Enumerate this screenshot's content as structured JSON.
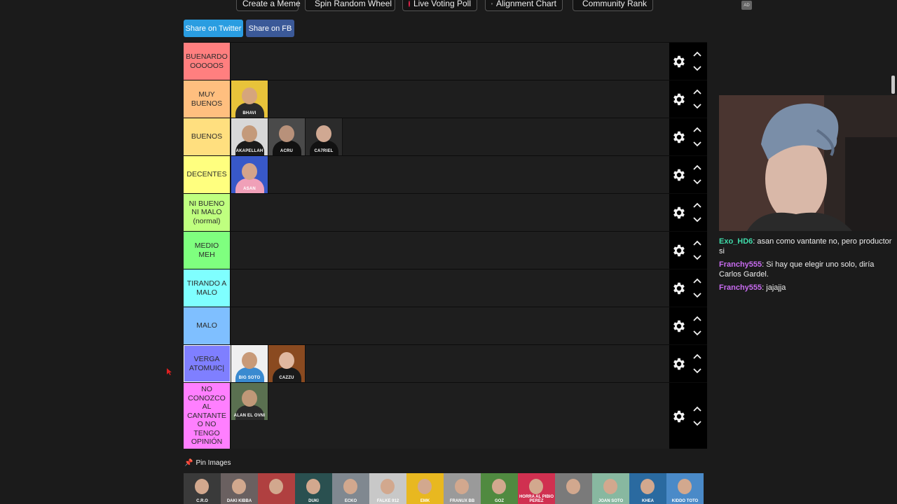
{
  "toolbar": {
    "buttons": [
      {
        "label": "Create a Meme",
        "icon": "none"
      },
      {
        "label": "Spin Random Wheel",
        "icon": "wheel-icon"
      },
      {
        "label": "Live Voting Poll",
        "icon": "red-dot-icon"
      },
      {
        "label": "Alignment Chart",
        "icon": "grid-icon"
      },
      {
        "label": "Community Rank",
        "icon": "rank-grid-icon"
      }
    ],
    "ad_label": "AD"
  },
  "share": {
    "twitter_label": "Share on Twitter",
    "fb_label": "Share on FB",
    "twitter_color": "#2a9de1",
    "fb_color": "#3b5998"
  },
  "tiers": [
    {
      "label": "BUENARDO OOOOOS",
      "color": "#ff7f7f",
      "items": []
    },
    {
      "label": "MUY BUENOS",
      "color": "#ffbf7f",
      "items": [
        {
          "name": "BHAVI"
        }
      ]
    },
    {
      "label": "BUENOS",
      "color": "#ffdf7f",
      "items": [
        {
          "name": "AKAPELLAH"
        },
        {
          "name": "ACRU"
        },
        {
          "name": "CA7RIEL"
        }
      ]
    },
    {
      "label": "DECENTES",
      "color": "#ffff7f",
      "items": [
        {
          "name": "ASAN"
        }
      ]
    },
    {
      "label": "NI BUENO NI MALO (normal)",
      "color": "#bfff7f",
      "items": []
    },
    {
      "label": "MEDIO MEH",
      "color": "#7fff7f",
      "items": []
    },
    {
      "label": "TIRANDO A MALO",
      "color": "#7fffff",
      "items": []
    },
    {
      "label": "MALO",
      "color": "#7fbfff",
      "items": []
    },
    {
      "label": "VERGA ATOMUIC|",
      "color": "#7f7fff",
      "items": [
        {
          "name": "BIG SOTO"
        },
        {
          "name": "CAZZU"
        }
      ]
    },
    {
      "label": "NO CONOZCO AL CANTANTE O NO TENGO OPINIÓN",
      "color": "#ff7fff",
      "items": [
        {
          "name": "ALAN EL OVNI"
        }
      ]
    }
  ],
  "chat": [
    {
      "user": "Exo_HD6",
      "user_color": "#3fdcaa",
      "text": "asan como vantante no, pero productor si"
    },
    {
      "user": "Franchy555",
      "user_color": "#c86bf0",
      "text": "Si hay que elegir uno solo, diría Carlos Gardel."
    },
    {
      "user": "Franchy555",
      "user_color": "#c86bf0",
      "text": "jajajja"
    }
  ],
  "pin": {
    "label": "Pin Images",
    "items": [
      "C.R.O",
      "DAKI KIBBA",
      "",
      "DUKI",
      "ECKO",
      "FALKE 912",
      "EMK",
      "FRANUX BB",
      "GOZ",
      "HORRA AL PIBIO PEREZ",
      "",
      "JOAN SOTO",
      "KHEA",
      "KIDDO TOTO"
    ]
  }
}
